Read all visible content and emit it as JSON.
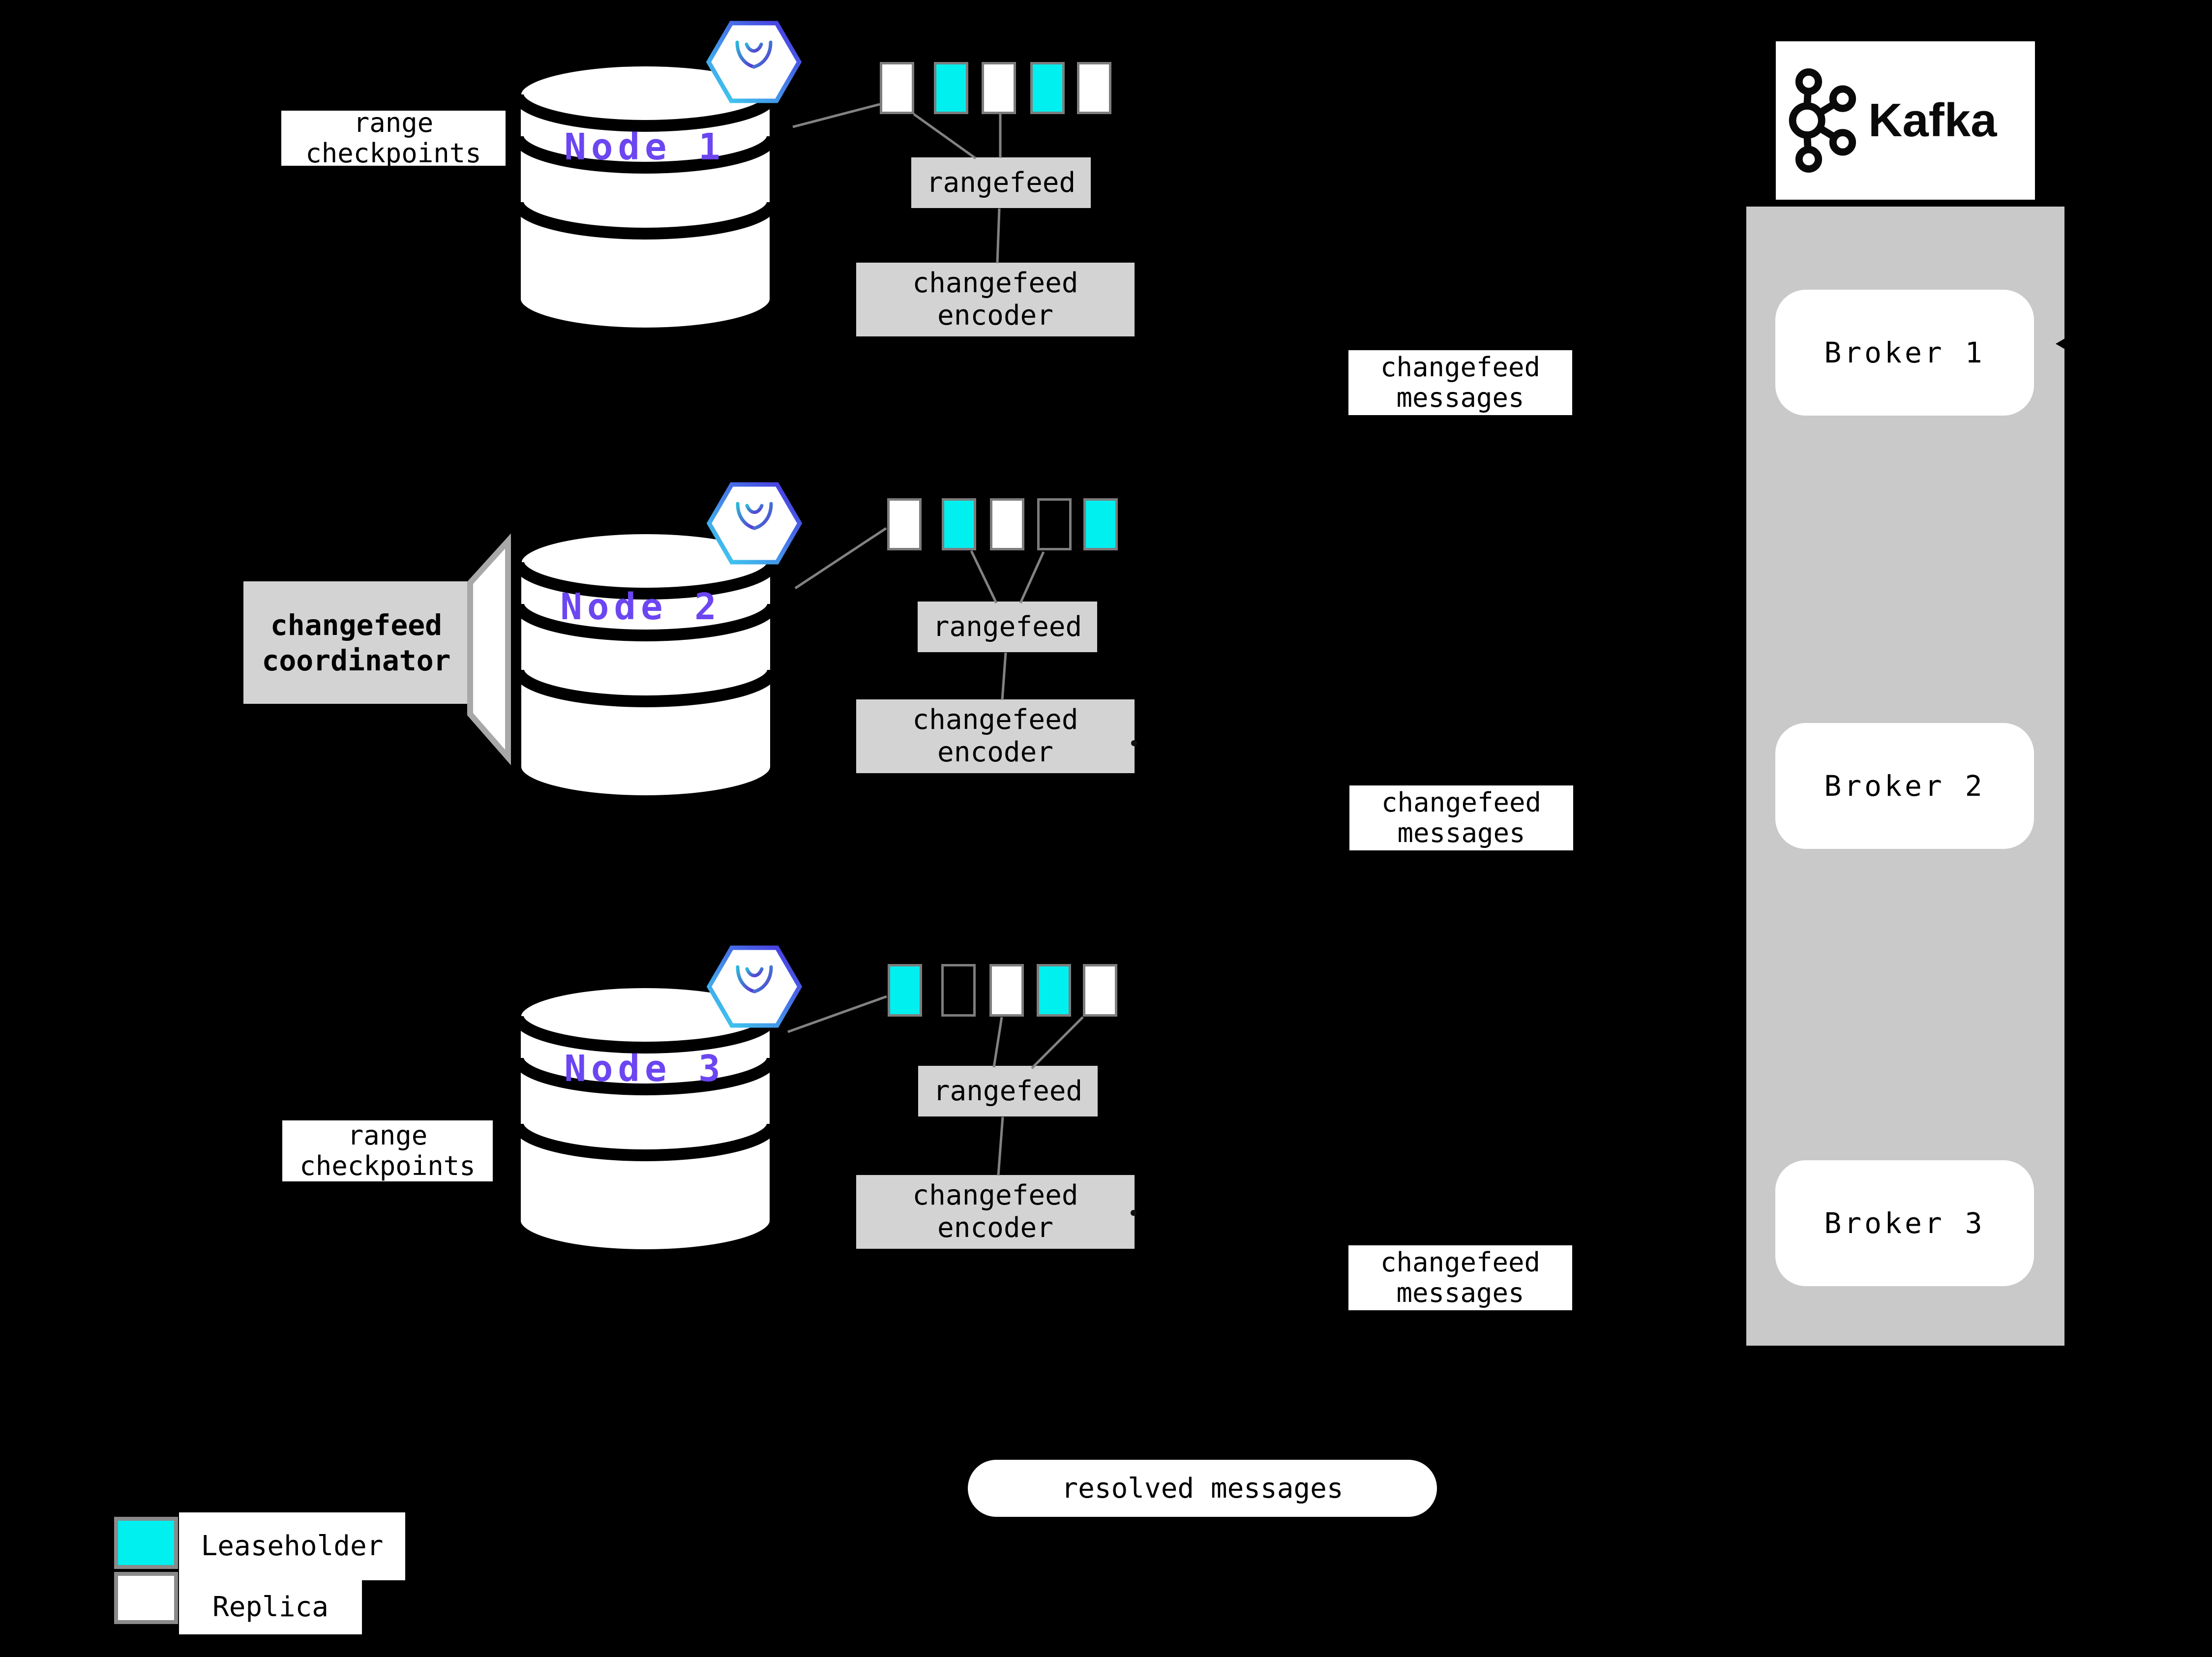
{
  "colors": {
    "bg": "#000000",
    "leaseholder": "#00efef",
    "replica": "#ffffff",
    "panel_gray": "#d3d3d3",
    "kafka_gray": "#c9c9c9",
    "border_gray": "#7d7d7d",
    "line_gray": "#828282",
    "node_label": "#6b46f1",
    "door_border": "#a8a8a8"
  },
  "range_checkpoints": {
    "line1": "range",
    "line2": "checkpoints"
  },
  "coordinator": {
    "line1": "changefeed",
    "line2": "coordinator"
  },
  "nodes": [
    {
      "label": "Node 1"
    },
    {
      "label": "Node 2"
    },
    {
      "label": "Node 3"
    }
  ],
  "rangefeed": {
    "label": "rangefeed"
  },
  "encoder": {
    "line1": "changefeed",
    "line2": "encoder"
  },
  "messages": {
    "line1": "changefeed",
    "line2": "messages"
  },
  "kafka": {
    "wordmark": "Kafka",
    "brokers": [
      {
        "label": "Broker 1"
      },
      {
        "label": "Broker 2"
      },
      {
        "label": "Broker 3"
      }
    ]
  },
  "resolved": {
    "label": "resolved messages"
  },
  "legend": {
    "items": [
      {
        "kind": "leaseholder",
        "label": "Leaseholder"
      },
      {
        "kind": "replica",
        "label": "Replica"
      }
    ]
  },
  "rows": [
    {
      "cells": [
        {
          "kind": "replica"
        },
        {
          "kind": "leaseholder"
        },
        {
          "kind": "replica"
        },
        {
          "kind": "leaseholder"
        },
        {
          "kind": "replica"
        }
      ]
    },
    {
      "cells": [
        {
          "kind": "replica"
        },
        {
          "kind": "leaseholder"
        },
        {
          "kind": "replica"
        },
        {
          "kind": "empty"
        },
        {
          "kind": "leaseholder"
        }
      ]
    },
    {
      "cells": [
        {
          "kind": "leaseholder"
        },
        {
          "kind": "empty"
        },
        {
          "kind": "replica"
        },
        {
          "kind": "leaseholder"
        },
        {
          "kind": "replica"
        }
      ]
    }
  ]
}
